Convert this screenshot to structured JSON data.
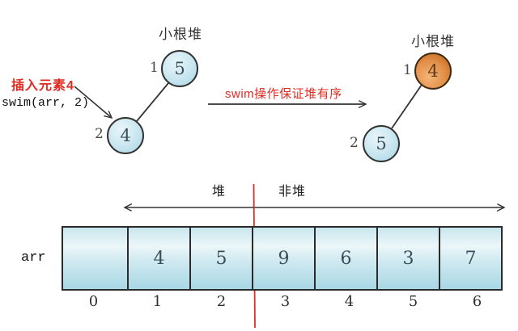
{
  "colors": {
    "accent_red": "#e02b22",
    "node_blue_fill": "#cfe9f2",
    "node_orange_fill": "#e28f48",
    "cell_fill": "#bfe2ec",
    "line_dark": "#333333"
  },
  "left_tree": {
    "title": "小根堆",
    "nodes": [
      {
        "index_label": "1",
        "value": "5"
      },
      {
        "index_label": "2",
        "value": "4"
      }
    ],
    "annotation": {
      "highlight": "插入元素4",
      "code": "swim(arr, 2)"
    }
  },
  "transform": {
    "label": "swim操作保证堆有序"
  },
  "right_tree": {
    "title": "小根堆",
    "nodes": [
      {
        "index_label": "1",
        "value": "4"
      },
      {
        "index_label": "2",
        "value": "5"
      }
    ]
  },
  "array": {
    "name": "arr",
    "heap_label": "堆",
    "non_heap_label": "非堆",
    "cells": [
      "",
      "4",
      "5",
      "9",
      "6",
      "3",
      "7"
    ],
    "indices": [
      "0",
      "1",
      "2",
      "3",
      "4",
      "5",
      "6"
    ]
  }
}
